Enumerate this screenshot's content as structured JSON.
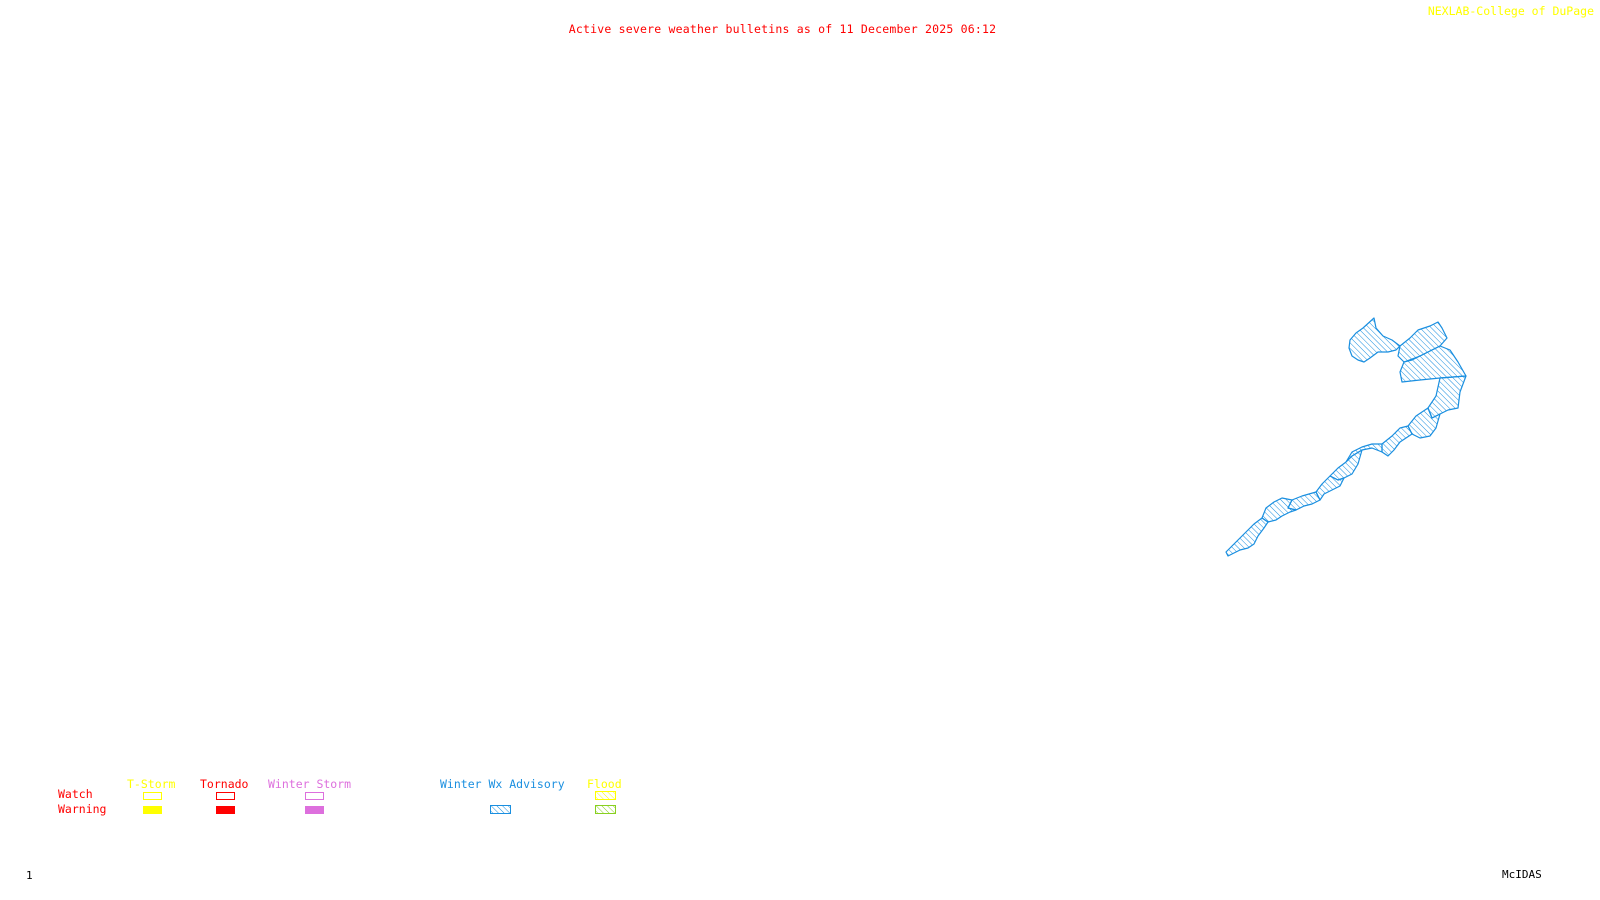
{
  "header": {
    "title": "Active severe weather bulletins as of 11 December 2025 06:12",
    "credit": "NEXLAB-College of DuPage"
  },
  "footer": {
    "frame_number": "1",
    "software": "McIDAS"
  },
  "legend": {
    "row_labels": {
      "watch": "Watch",
      "warning": "Warning"
    },
    "columns": [
      {
        "name": "T-Storm",
        "color": "#ffff00",
        "watch": "outline",
        "warning": "filled"
      },
      {
        "name": "Tornado",
        "color": "#ff0000",
        "watch": "outline",
        "warning": "filled"
      },
      {
        "name": "Winter Storm",
        "color": "#dd6fdd",
        "watch": "outline",
        "warning": "filled"
      },
      {
        "name": "Winter Wx Advisory",
        "color": "#1a8fe0",
        "watch": null,
        "warning": "hatched"
      },
      {
        "name": "Flood",
        "color": "#ffff00",
        "warning_color": "#88d020",
        "watch": "hatched",
        "warning": "hatched"
      }
    ],
    "row_label_color": "#ff0000"
  },
  "map": {
    "active_bulletins": [
      {
        "type": "Winter Wx Advisory",
        "color": "#1a8fe0",
        "style": "hatched",
        "region": "east-northeast"
      }
    ]
  }
}
